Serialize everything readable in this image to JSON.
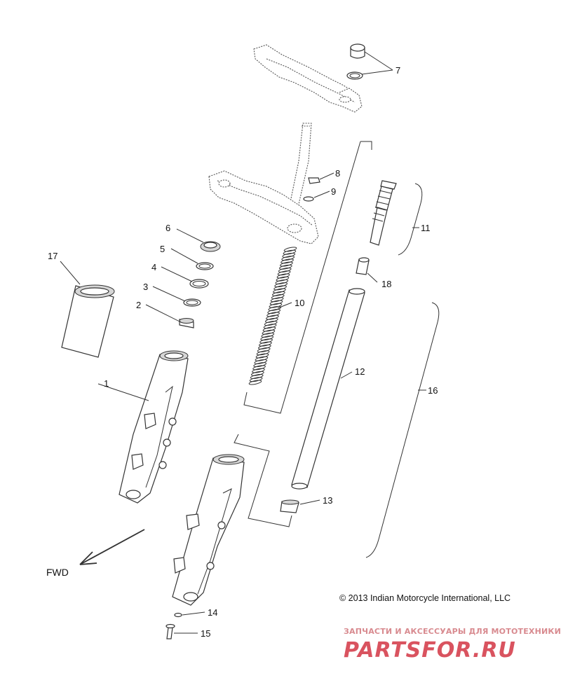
{
  "callouts": [
    {
      "id": "1",
      "text": "1"
    },
    {
      "id": "2",
      "text": "2"
    },
    {
      "id": "3",
      "text": "3"
    },
    {
      "id": "4",
      "text": "4"
    },
    {
      "id": "5",
      "text": "5"
    },
    {
      "id": "6",
      "text": "6"
    },
    {
      "id": "7",
      "text": "7"
    },
    {
      "id": "8",
      "text": "8"
    },
    {
      "id": "9",
      "text": "9"
    },
    {
      "id": "10",
      "text": "10"
    },
    {
      "id": "11",
      "text": "11"
    },
    {
      "id": "12",
      "text": "12"
    },
    {
      "id": "13",
      "text": "13"
    },
    {
      "id": "14",
      "text": "14"
    },
    {
      "id": "15",
      "text": "15"
    },
    {
      "id": "16",
      "text": "16"
    },
    {
      "id": "17",
      "text": "17"
    },
    {
      "id": "18",
      "text": "18"
    }
  ],
  "direction_label": "FWD",
  "copyright": "© 2013 Indian Motorcycle International, LLC",
  "watermark": {
    "tagline": "ЗАПЧАСТИ И АКСЕССУАРЫ ДЛЯ МОТОТЕХНИКИ",
    "logo": "PARTSFOR.RU"
  }
}
